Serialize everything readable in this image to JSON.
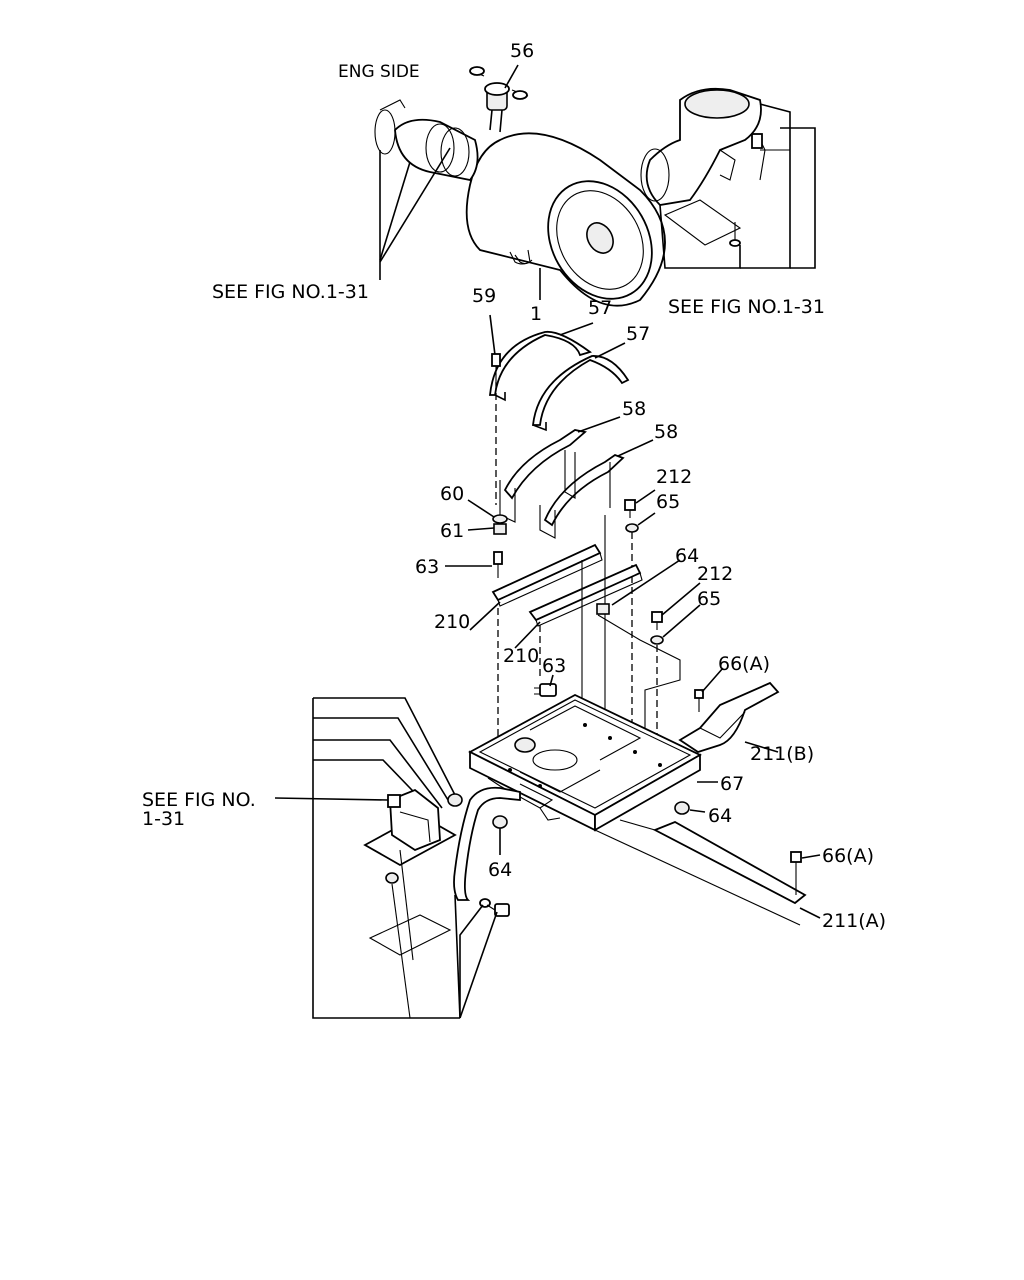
{
  "labels": {
    "eng_side": "ENG SIDE",
    "see_fig_left_top": "SEE FIG NO.1-31",
    "see_fig_right_top": "SEE FIG NO.1-31",
    "see_fig_left_mid_1": "SEE FIG NO.",
    "see_fig_left_mid_2": "1-31",
    "p56": "56",
    "p1": "1",
    "p59": "59",
    "p57a": "57",
    "p57b": "57",
    "p58a": "58",
    "p58b": "58",
    "p60": "60",
    "p61": "61",
    "p212a": "212",
    "p65a": "65",
    "p63a": "63",
    "p64a": "64",
    "p212b": "212",
    "p65b": "65",
    "p210a": "210",
    "p210b": "210",
    "p63b": "63",
    "p66a_top": "66(A)",
    "p211b": "211(B)",
    "p67": "67",
    "p64b": "64",
    "p64c": "64",
    "p66a_bot": "66(A)",
    "p211a": "211(A)"
  }
}
